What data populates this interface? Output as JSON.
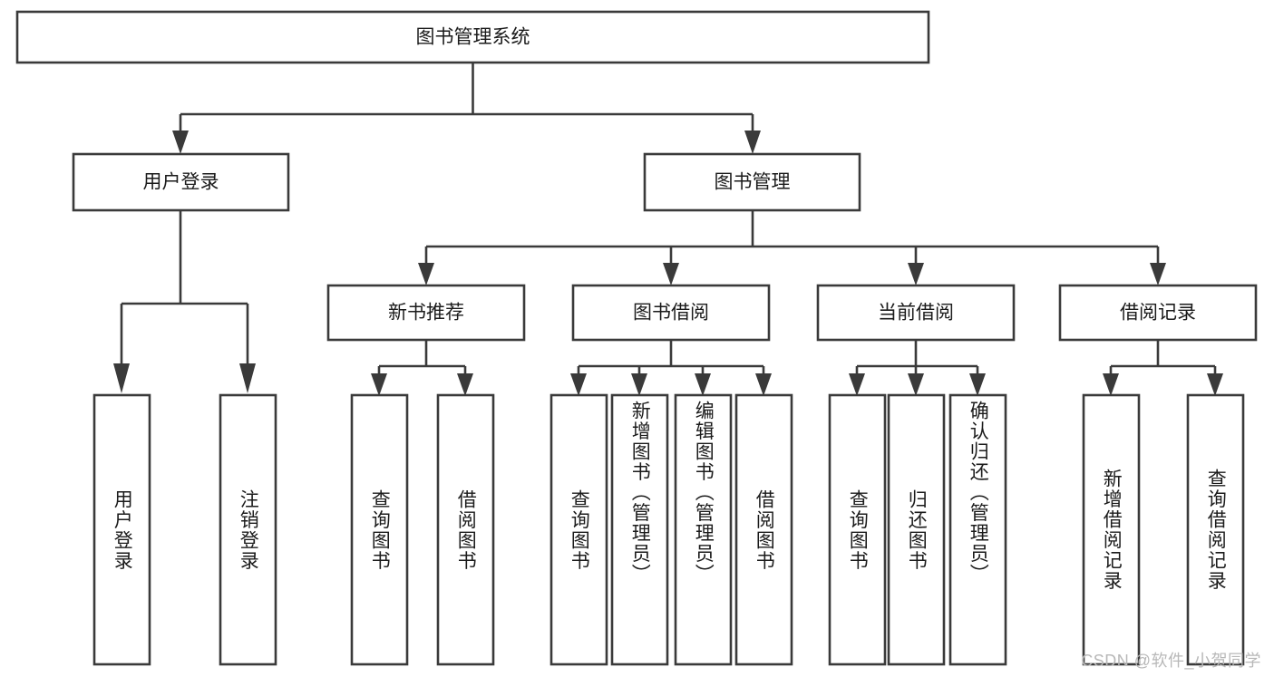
{
  "diagram": {
    "type": "hierarchy-tree",
    "title": "图书管理系统",
    "watermark": "CSDN @软件_小贺同学",
    "colors": {
      "stroke": "#3a3a3a",
      "fill": "#ffffff",
      "text": "#1b1b1b",
      "watermark": "#b8b8b8",
      "background": "#ffffff"
    },
    "root": {
      "label": "图书管理系统"
    },
    "level1": [
      {
        "label": "用户登录"
      },
      {
        "label": "图书管理"
      }
    ],
    "level2": [
      {
        "label": "新书推荐"
      },
      {
        "label": "图书借阅"
      },
      {
        "label": "当前借阅"
      },
      {
        "label": "借阅记录"
      }
    ],
    "leaves": {
      "user_login": [
        {
          "label": "用户登录"
        },
        {
          "label": "注销登录"
        }
      ],
      "new_book_recommend": [
        {
          "label": "查询图书"
        },
        {
          "label": "借阅图书"
        }
      ],
      "book_borrow": [
        {
          "label": "查询图书"
        },
        {
          "label": "新增图书（管理员）"
        },
        {
          "label": "编辑图书（管理员）"
        },
        {
          "label": "借阅图书"
        }
      ],
      "current_borrow": [
        {
          "label": "查询图书"
        },
        {
          "label": "归还图书"
        },
        {
          "label": "确认归还（管理员）"
        }
      ],
      "borrow_record": [
        {
          "label": "新增借阅记录"
        },
        {
          "label": "查询借阅记录"
        }
      ]
    }
  }
}
